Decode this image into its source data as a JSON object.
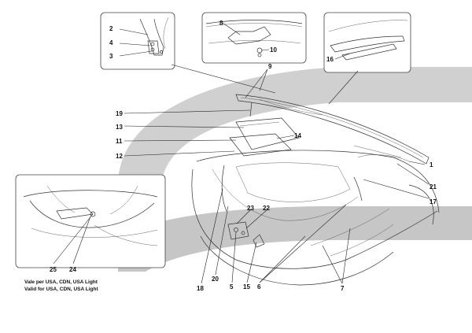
{
  "caption": {
    "line1": "Vale per USA, CDN, USA Light",
    "line2": "Valid for USA, CDN, USA Light"
  },
  "callouts": {
    "c1": "1",
    "c2": "2",
    "c3": "3",
    "c4": "4",
    "c5": "5",
    "c6": "6",
    "c7": "7",
    "c8": "8",
    "c9": "9",
    "c10": "10",
    "c11": "11",
    "c12": "12",
    "c13": "13",
    "c14": "14",
    "c15": "15",
    "c16": "16",
    "c17": "17",
    "c18": "18",
    "c19": "19",
    "c20": "20",
    "c21": "21",
    "c22": "22",
    "c23": "23",
    "c24": "24",
    "c25": "25"
  }
}
